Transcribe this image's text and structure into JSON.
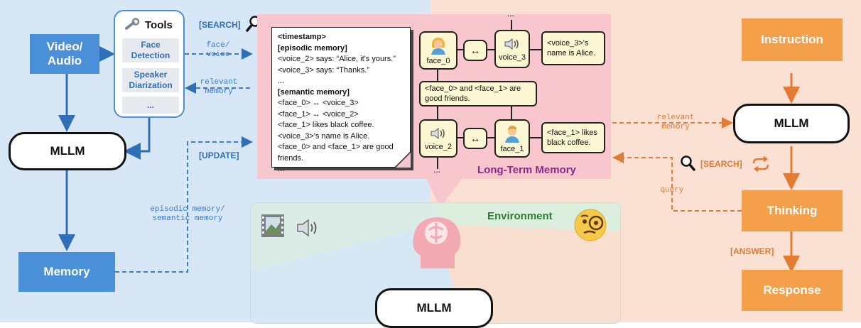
{
  "left": {
    "video_audio": "Video/\nAudio",
    "tools": {
      "title": "Tools",
      "items": [
        "Face Detection",
        "Speaker Diarization",
        "..."
      ]
    },
    "mllm": "MLLM",
    "memory": "Memory",
    "search_tag": "[SEARCH]",
    "update_tag": "[UPDATE]",
    "face_voice": "face/\nvoice",
    "relevant_memory": "relevant\nmemory",
    "episodic_semantic": "episodic memory/\nsemantic memory"
  },
  "memory_panel": {
    "note_lines": [
      {
        "text": "<timestamp>",
        "bold": true
      },
      {
        "text": "[episodic memory]",
        "bold": true
      },
      {
        "text": "<voice_2> says: “Alice, it's yours.”",
        "bold": false
      },
      {
        "text": "<voice_3> says: “Thanks.”",
        "bold": false
      },
      {
        "text": "...",
        "bold": false
      },
      {
        "text": "[semantic memory]",
        "bold": true
      },
      {
        "text": "<face_0> ↔ <voice_3>",
        "bold": false
      },
      {
        "text": "<face_1> ↔ <voice_2>",
        "bold": false
      },
      {
        "text": "<face_1> likes black coffee.",
        "bold": false
      },
      {
        "text": "<voice_3>'s name is Alice.",
        "bold": false
      },
      {
        "text": "<face_0> and <face_1> are good",
        "bold": false
      },
      {
        "text": "friends.",
        "bold": false
      },
      {
        "text": "...",
        "bold": false
      }
    ],
    "face_0": "face_0",
    "voice_3": "voice_3",
    "voice_2": "voice_2",
    "face_1": "face_1",
    "link": "↔",
    "fact_alice": "<voice_3>'s name is Alice.",
    "fact_friends": "<face_0> and <face_1> are good friends.",
    "fact_coffee": "<face_1> likes black coffee.",
    "top_dots": "...",
    "bottom_dots": "...",
    "label": "Long-Term Memory"
  },
  "environment": {
    "label": "Environment",
    "mllm": "MLLM"
  },
  "right": {
    "instruction": "Instruction",
    "mllm": "MLLM",
    "thinking": "Thinking",
    "response": "Response",
    "relevant_memory": "relevant\nmemory",
    "search_tag": "[SEARCH]",
    "query": "query",
    "answer_tag": "[ANSWER]"
  },
  "colors": {
    "blue": "#4a90d9",
    "orange": "#f4a04b",
    "panel_pink": "#f8c7cd",
    "ltm_purple": "#8b2a8b"
  }
}
